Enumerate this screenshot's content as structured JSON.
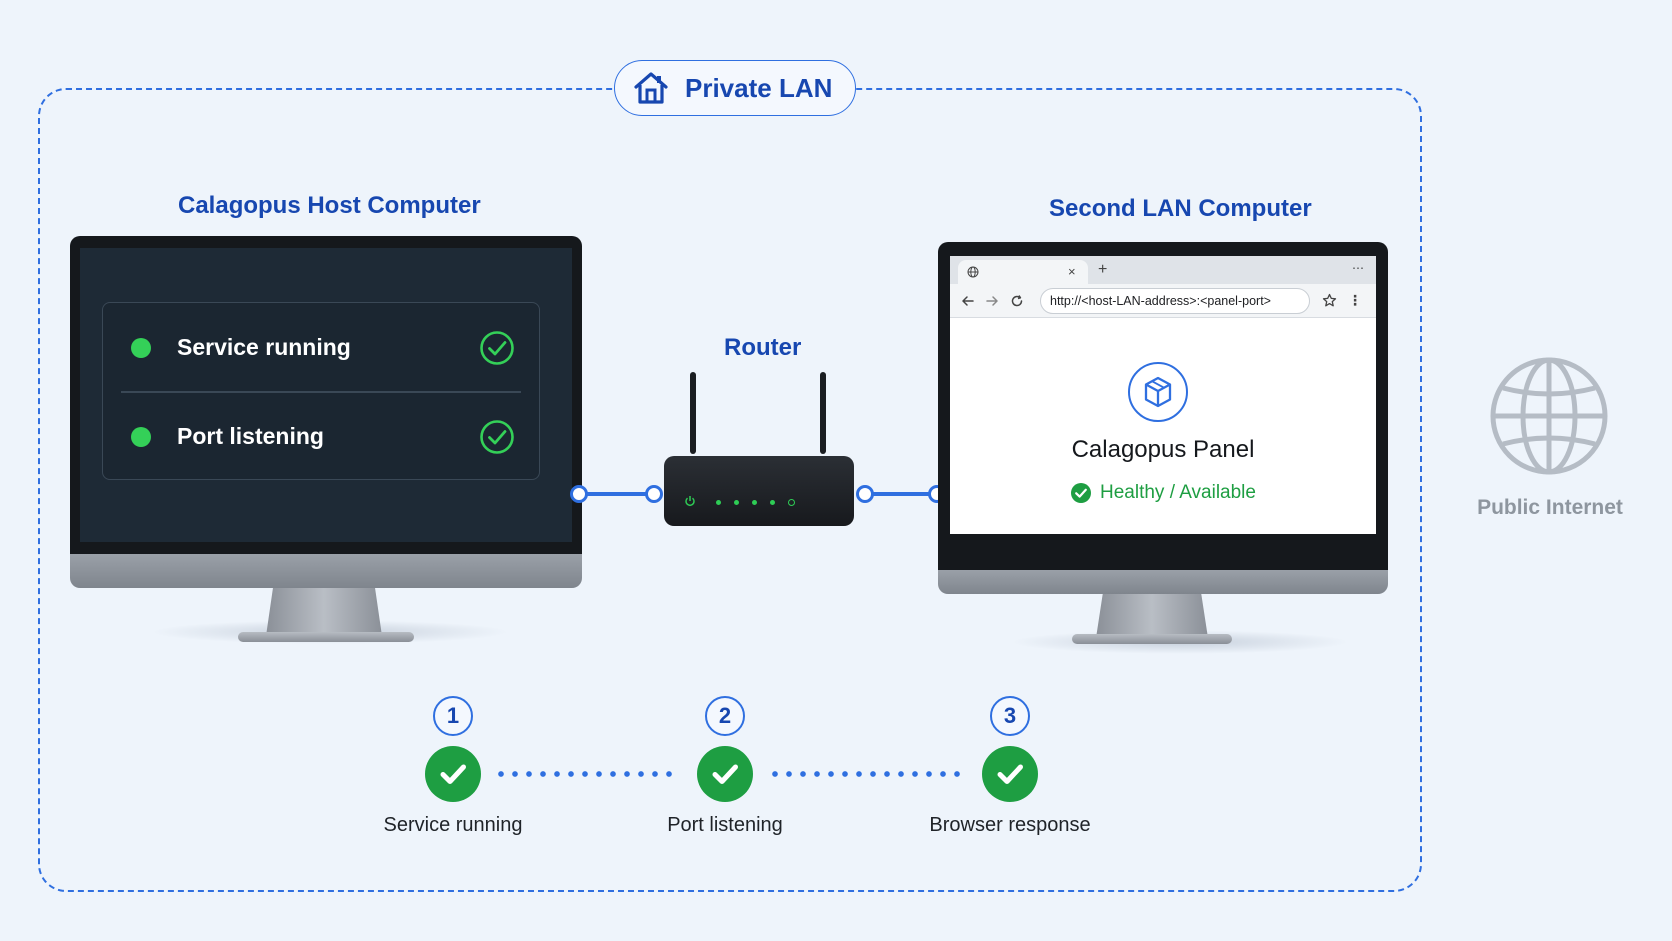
{
  "lan": {
    "label": "Private LAN",
    "icon": "house-icon"
  },
  "host": {
    "title": "Calagopus Host Computer",
    "statuses": [
      {
        "label": "Service running",
        "state": "ok"
      },
      {
        "label": "Port listening",
        "state": "ok"
      }
    ]
  },
  "router": {
    "label": "Router"
  },
  "client": {
    "title": "Second LAN Computer",
    "browser": {
      "url": "http://<host-LAN-address>:<panel-port>",
      "tab_close": "×",
      "new_tab": "+",
      "menu_dots": "⋯",
      "toolbar_menu": "⋮"
    },
    "panel_name": "Calagopus Panel",
    "panel_status": "Healthy / Available"
  },
  "internet": {
    "label": "Public Internet",
    "icon": "globe-icon"
  },
  "steps": [
    {
      "number": "1",
      "label": "Service running"
    },
    {
      "number": "2",
      "label": "Port listening"
    },
    {
      "number": "3",
      "label": "Browser response"
    }
  ],
  "colors": {
    "accent": "#2f6fe0",
    "title": "#1747b0",
    "success": "#1e9e42",
    "status_dot": "#34d058",
    "muted": "#8e969f"
  }
}
